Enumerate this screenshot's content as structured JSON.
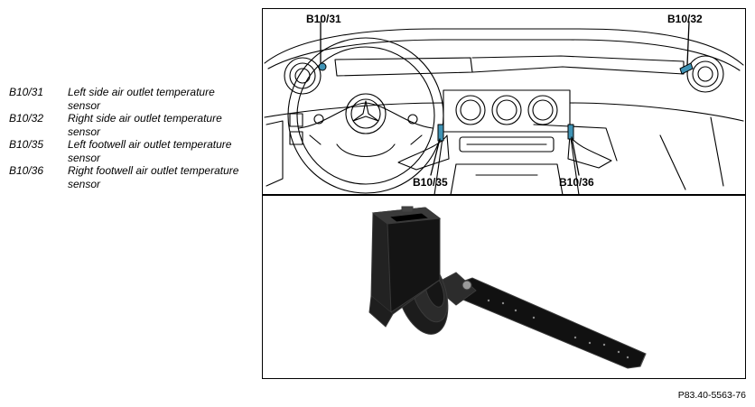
{
  "legend": [
    {
      "code": "B10/31",
      "desc": "Left side air outlet temperature sensor"
    },
    {
      "code": "B10/32",
      "desc": "Right side air outlet temperature sensor"
    },
    {
      "code": "B10/35",
      "desc": "Left footwell air outlet temperature sensor"
    },
    {
      "code": "B10/36",
      "desc": "Right footwell air outlet temperature sensor"
    }
  ],
  "callouts": {
    "b1031": "B10/31",
    "b1032": "B10/32",
    "b1035": "B10/35",
    "b1036": "B10/36"
  },
  "reference": "P83.40-5563-76",
  "colors": {
    "sensor_highlight": "#3f93b5"
  }
}
